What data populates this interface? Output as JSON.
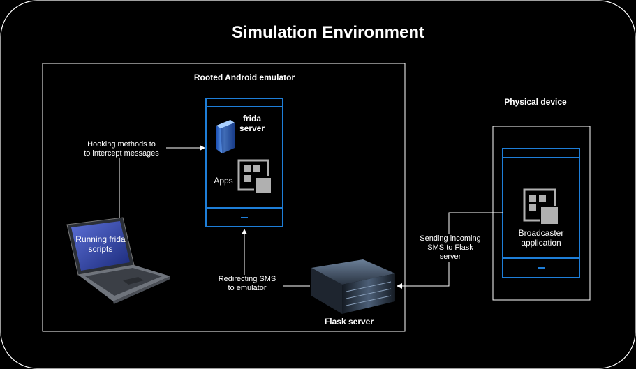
{
  "title": "Simulation Environment",
  "emulator": {
    "label": "Rooted Android emulator",
    "frida_server_label": "frida\nserver",
    "apps_label": "Apps"
  },
  "laptop": {
    "label": "Running frida\nscripts"
  },
  "flask": {
    "label": "Flask server"
  },
  "physical": {
    "label": "Physical device",
    "app_label": "Broadcaster\napplication"
  },
  "edges": {
    "hooking": "Hooking methods to\nto intercept messages",
    "redirecting": "Redirecting SMS\nto emulator",
    "sending": "Sending incoming\nSMS to Flask\nserver"
  },
  "colors": {
    "background": "#000000",
    "outline": "#ffffff",
    "phone_accent": "#1e7ed8",
    "icon_gray": "#b0b0b0"
  }
}
